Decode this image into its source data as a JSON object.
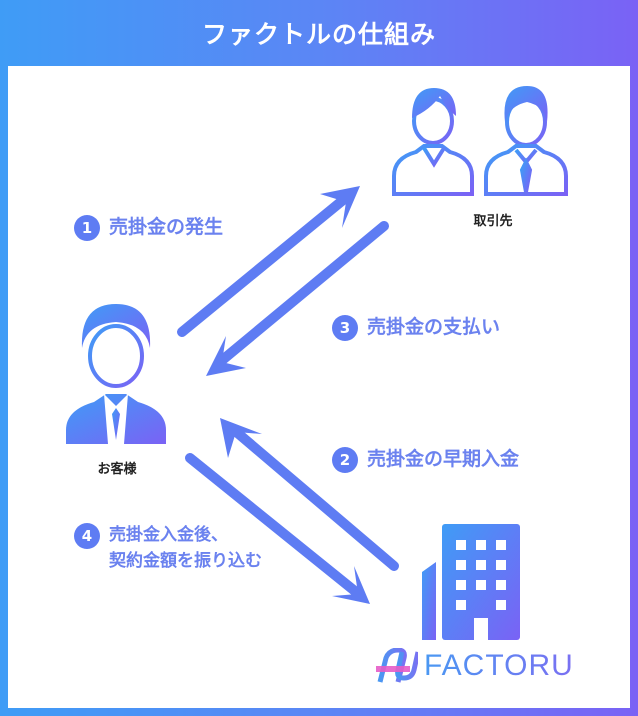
{
  "title": "ファクトルの仕組み",
  "colors": {
    "gradient_start": "#3f9cf6",
    "gradient_end": "#7a62f5",
    "arrow": "#5e7cf3",
    "step_text": "#6b82ef",
    "logo_pink": "#e65cc8"
  },
  "actors": {
    "partner": {
      "label": "取引先",
      "icon": "two-people-icon"
    },
    "customer": {
      "label": "お客様",
      "icon": "businessman-icon"
    },
    "factoru": {
      "icon": "office-building-icon",
      "logo_text": "FACTORU"
    }
  },
  "steps": [
    {
      "number": "1",
      "text": "売掛金の発生"
    },
    {
      "number": "2",
      "text": "売掛金の早期入金"
    },
    {
      "number": "3",
      "text": "売掛金の支払い"
    },
    {
      "number": "4",
      "text": "売掛金入金後、\n契約金額を振り込む"
    }
  ]
}
